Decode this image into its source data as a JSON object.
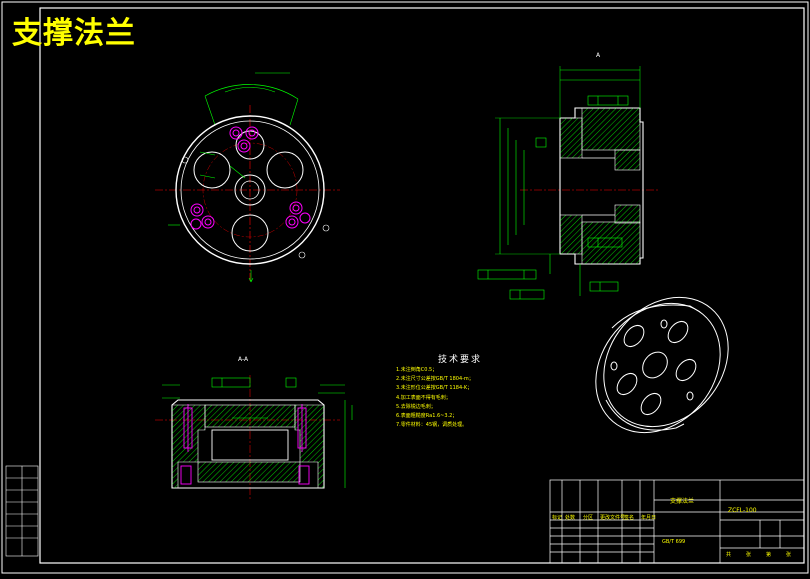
{
  "drawing": {
    "title": "支撑法兰",
    "section_label": "A-A",
    "view_label": "A",
    "tech_requirements": {
      "heading": "技术要求",
      "notes": [
        "1.未注倒角C0.5；",
        "2.未注尺寸公差按GB/T 1804-m；",
        "3.未注形位公差按GB/T 1184-K；",
        "4.加工表面不得有毛刺；",
        "5.去除锐边毛刺；",
        "6.表面粗糙度Ra1.6~3.2；",
        "7.零件材料：45钢，调质处理。"
      ]
    },
    "title_block": {
      "part_name": "支撑法兰",
      "drawing_no": "ZCFL-100",
      "material_spec": "GB/T 699",
      "sheet_labels": [
        "共",
        "张",
        "第",
        "张"
      ],
      "grid_labels": [
        "标记",
        "处数",
        "分区",
        "更改文件号",
        "签名",
        "年月日"
      ]
    }
  },
  "colors": {
    "background": "#000000",
    "frame": "#ffffff",
    "geometry": "#ffffff",
    "dimensions": "#00ff00",
    "centerlines": "#ff0000",
    "bolts": "#ff00ff",
    "hatch": "#00ff00",
    "text": "#ffff00"
  }
}
